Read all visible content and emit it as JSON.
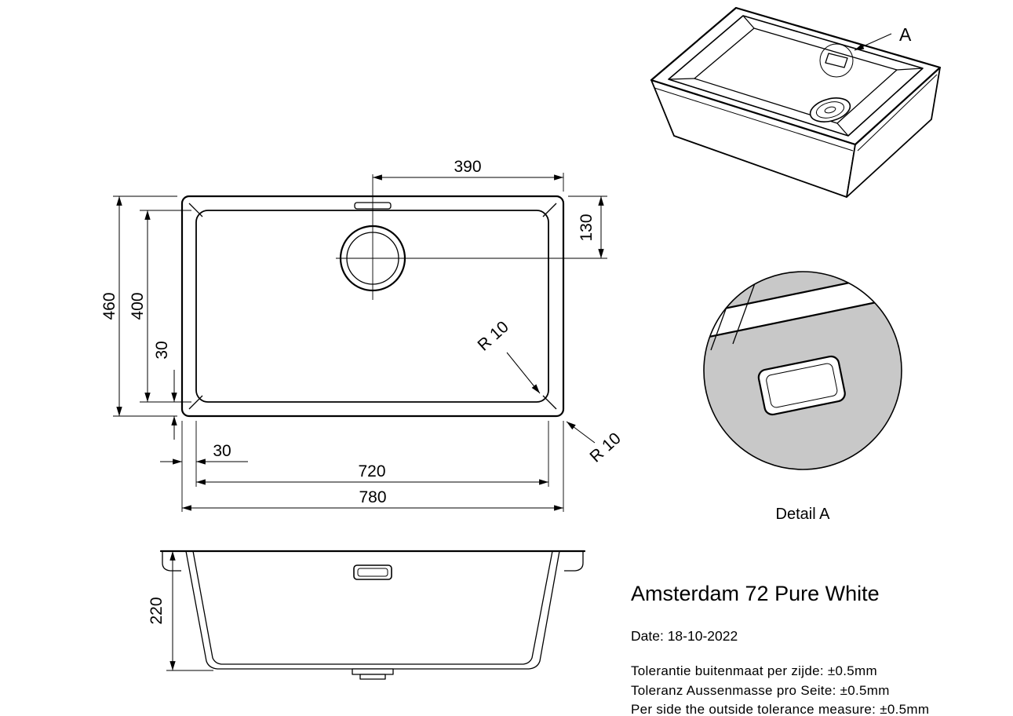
{
  "views": {
    "top_view": {
      "dims": {
        "drain_from_right": "390",
        "drain_from_top": "130",
        "overall_depth": "460",
        "bowl_depth": "400",
        "rim_left": "30",
        "rim_bottom": "30",
        "bowl_width": "720",
        "overall_width": "780",
        "corner_radius_inner": "R 10",
        "corner_radius_outer": "R 10"
      }
    },
    "section_view": {
      "dims": {
        "bowl_height": "220"
      }
    },
    "iso_view": {
      "detail_marker": "A"
    },
    "detail_view": {
      "caption": "Detail A"
    }
  },
  "title_block": {
    "product_name": "Amsterdam 72 Pure White",
    "date": "Date: 18-10-2022",
    "tolerances": [
      "Tolerantie buitenmaat per zijde: ±0.5mm",
      "Toleranz Aussenmasse pro Seite: ±0.5mm",
      "Per side the outside tolerance measure: ±0.5mm"
    ]
  },
  "style": {
    "line_color": "#000000",
    "detail_fill": "#c8c8c8",
    "background": "#ffffff"
  }
}
